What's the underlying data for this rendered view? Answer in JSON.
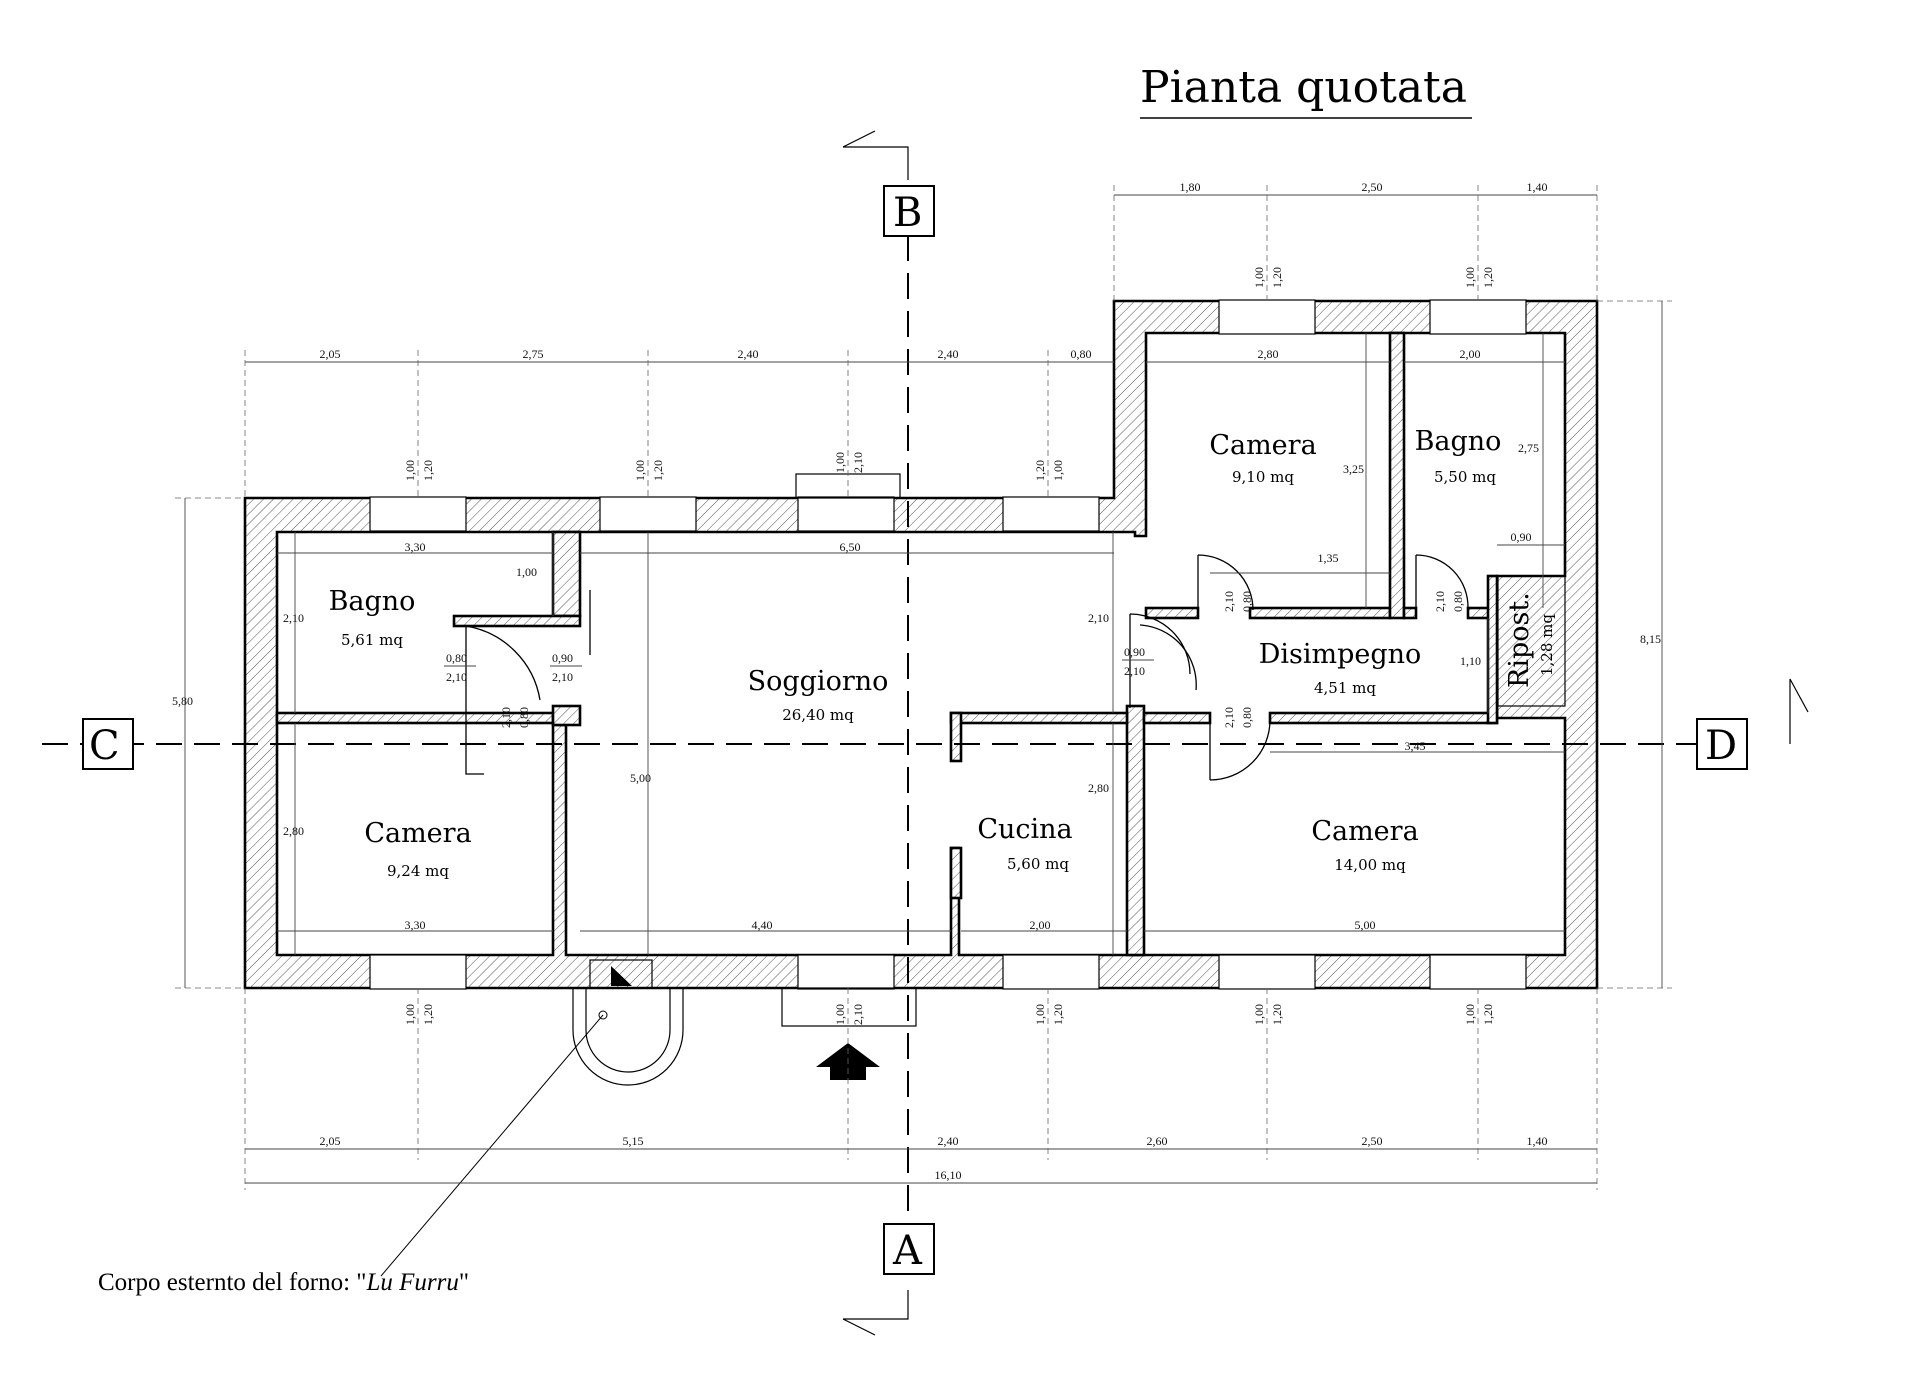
{
  "title": "Pianta quotata",
  "section_labels": {
    "a": "A",
    "b": "B",
    "c": "C",
    "d": "D"
  },
  "rooms": {
    "bagno_left": {
      "name": "Bagno",
      "area": "5,61 mq"
    },
    "camera_left": {
      "name": "Camera",
      "area": "9,24 mq"
    },
    "soggiorno": {
      "name": "Soggiorno",
      "area": "26,40 mq"
    },
    "cucina": {
      "name": "Cucina",
      "area": "5,60 mq"
    },
    "camera_top": {
      "name": "Camera",
      "area": "9,10 mq"
    },
    "bagno_top": {
      "name": "Bagno",
      "area": "5,50 mq"
    },
    "disimpegno": {
      "name": "Disimpegno",
      "area": "4,51 mq"
    },
    "ripost": {
      "name": "Ripost.",
      "area": "1,28 mq"
    },
    "camera_right": {
      "name": "Camera",
      "area": "14,00 mq"
    }
  },
  "oven_note": {
    "prefix": "Corpo esternto del forno: \"",
    "name": "Lu Furru",
    "suffix": "\""
  },
  "dims": {
    "top_left_row": [
      "2,05",
      "2,75",
      "2,40",
      "2,40",
      "0,80"
    ],
    "top_right_row": [
      "1,80",
      "2,50",
      "1,40"
    ],
    "bottom_row": [
      "2,05",
      "5,15",
      "2,40",
      "2,60",
      "2,50",
      "1,40"
    ],
    "total": "16,10",
    "left_height": "5,80",
    "right_height": "8,15",
    "interior": {
      "bagno_w": "3,30",
      "bagno_h": "2,10",
      "bagno_step": "1,00",
      "camera_left_w": "3,30",
      "camera_left_h": "2,80",
      "soggiorno_w": "6,50",
      "soggiorno_h": "5,00",
      "soggiorno_bottom": "4,40",
      "cucina_w": "2,00",
      "cucina_h": "2,80",
      "camera_top_w": "2,80",
      "camera_top_h": "3,25",
      "camera_top_step": "1,35",
      "bagno_top_w": "2,00",
      "bagno_top_h": "2,75",
      "bagno_top_step": "0,90",
      "disimpegno_h": "1,10",
      "disimpegno_w": "3,45",
      "camera_right_w": "5,00",
      "soggiorno_side": "2,10",
      "cucina_side": "2,80"
    },
    "openings": {
      "win_a": "1,00",
      "win_b": "1,20",
      "win_c": "2,10",
      "door_bagno": "0,80",
      "door_bagno_h": "2,10",
      "door_09": "0,90",
      "door_09_h": "2,10",
      "door_small": "0,80",
      "door_small_h": "2,10"
    }
  }
}
